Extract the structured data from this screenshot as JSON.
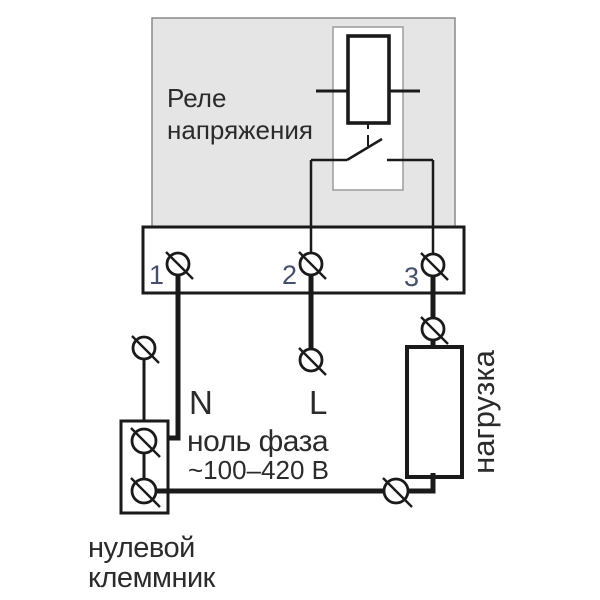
{
  "diagram": {
    "type": "voltage-relay-wiring-diagram",
    "relay": {
      "label_lines": [
        "Реле",
        "напряжения"
      ]
    },
    "terminal_block": {
      "terminal_numbers": [
        "1",
        "2",
        "3"
      ]
    },
    "labels": {
      "neutral_wire": "N",
      "phase_wire": "L",
      "wire_roles": "ноль фаза",
      "voltage_range": "~100–420 В",
      "load": "нагрузка",
      "neutral_terminal_lines": [
        "нулевой",
        "клеммник"
      ]
    },
    "colors": {
      "background": "#ffffff",
      "relay_panel_fill": "#e5e5e6",
      "relay_panel_border": "#8a8a8a",
      "line_black": "#1a1a1a",
      "text": "#2b2b2b",
      "terminal_digits": "#44506b"
    }
  }
}
